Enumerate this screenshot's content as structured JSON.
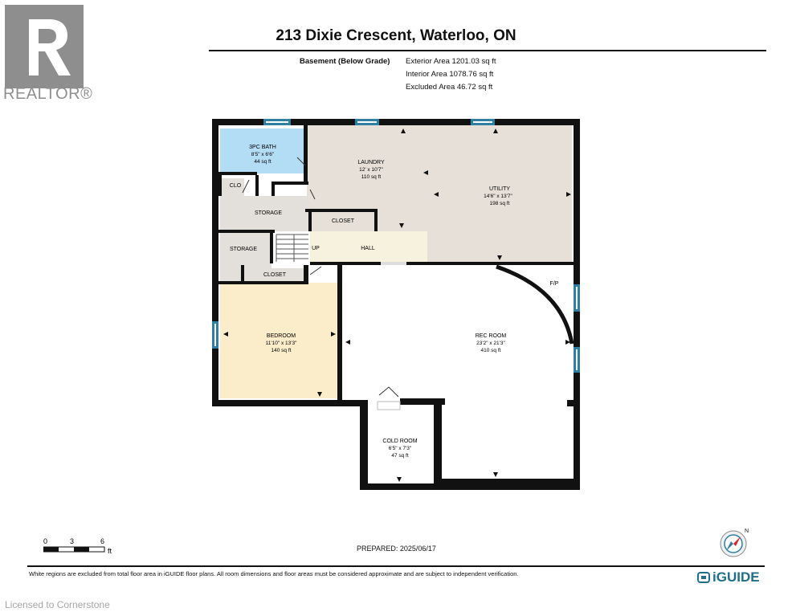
{
  "header": {
    "realtor_logo_text": "REALTOR®",
    "title": "213 Dixie Crescent, Waterloo, ON",
    "level": "Basement (Below Grade)",
    "exterior_area": "Exterior Area 1201.03 sq ft",
    "interior_area": "Interior Area 1078.76 sq ft",
    "excluded_area": "Excluded Area 46.72 sq ft"
  },
  "rooms": {
    "bath": {
      "name": "3PC BATH",
      "dims": "8'5\" x 6'6\"",
      "area": "44 sq ft"
    },
    "clo": {
      "name": "CLO"
    },
    "laundry": {
      "name": "LAUNDRY",
      "dims": "12' x 10'7\"",
      "area": "110 sq ft"
    },
    "utility": {
      "name": "UTILITY",
      "dims": "14'6\" x 13'7\"",
      "area": "198 sq ft"
    },
    "storage1": {
      "name": "STORAGE"
    },
    "storage2": {
      "name": "STORAGE"
    },
    "closet1": {
      "name": "CLOSET"
    },
    "closet2": {
      "name": "CLOSET"
    },
    "up": {
      "name": "UP"
    },
    "hall": {
      "name": "HALL"
    },
    "fp": {
      "name": "F/P"
    },
    "bedroom": {
      "name": "BEDROOM",
      "dims": "11'10\" x 13'3\"",
      "area": "140 sq ft"
    },
    "rec": {
      "name": "REC ROOM",
      "dims": "23'2\" x 21'3\"",
      "area": "410 sq ft"
    },
    "cold": {
      "name": "COLD ROOM",
      "dims": "6'5\" x 7'3\"",
      "area": "47 sq ft"
    }
  },
  "scale": {
    "labels": [
      "0",
      "3",
      "6"
    ],
    "unit": "ft"
  },
  "footer": {
    "prepared": "PREPARED: 2025/06/17",
    "disclaimer": "White regions are excluded from total floor area in iGUIDE floor plans. All room dimensions and floor areas must be considered approximate and are subject to independent verification.",
    "brand": "iGUIDE",
    "licensed": "Licensed to Cornerstone"
  },
  "colors": {
    "bath": "#b3dcf5",
    "laundry_utility": "#e6e0d8",
    "storage": "#e3e0db",
    "bedroom": "#fbecca",
    "hall": "#f7f2de",
    "wall": "#111111",
    "window": "#2e7fa3",
    "brand": "#1f6f8b",
    "logo": "#8e8e8e"
  },
  "icons": [
    "realtor-logo-icon",
    "compass-icon",
    "iguide-icon"
  ]
}
